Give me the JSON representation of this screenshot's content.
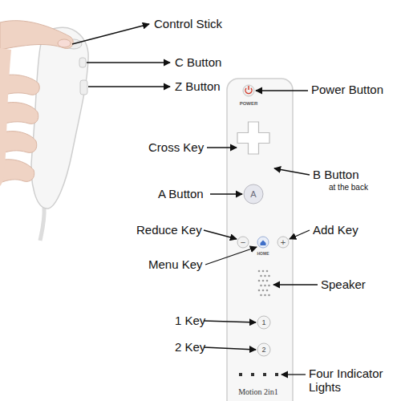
{
  "diagram": {
    "labels": [
      "Control Stick",
      "C Button",
      "Z Button",
      "Power Button",
      "POWER",
      "Cross Key",
      "B Button",
      "at the back",
      "A Button",
      "A",
      "Reduce Key",
      "Add Key",
      "−",
      "+",
      "Menu Key",
      "HOME",
      "Speaker",
      "1 Key",
      "1",
      "2 Key",
      "2",
      "Four Indicator Lights",
      "Motion 2in1"
    ]
  }
}
